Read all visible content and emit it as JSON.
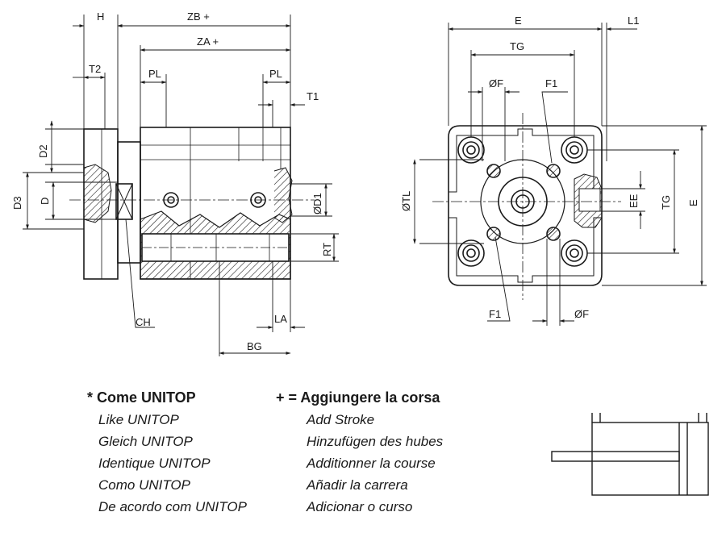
{
  "dimensions": {
    "side_view": {
      "H": "H",
      "ZB": "ZB +",
      "ZA": "ZA +",
      "T2": "T2",
      "PL_left": "PL",
      "PL_right": "PL",
      "T1": "T1",
      "D2": "D2",
      "D3": "D3",
      "D": "D",
      "D1": "ØD1",
      "RT": "RT",
      "CH": "CH",
      "LA": "LA",
      "BG": "BG"
    },
    "front_view": {
      "E_top": "E",
      "L1": "L1",
      "TG_top": "TG",
      "F_top": "ØF",
      "F1_top": "F1",
      "TL": "ØTL",
      "EE": "EE",
      "TG_side": "TG",
      "E_side": "E",
      "F1_bottom": "F1",
      "F_bottom": "ØF"
    }
  },
  "legend": {
    "left": {
      "heading": "* Come UNITOP",
      "lines": [
        "Like UNITOP",
        "Gleich UNITOP",
        "Identique UNITOP",
        "Como UNITOP",
        "De acordo com UNITOP"
      ]
    },
    "right": {
      "heading": "+ = Aggiungere la corsa",
      "lines": [
        "Add Stroke",
        "Hinzufügen des hubes",
        "Additionner la course",
        "Añadir la carrera",
        "Adicionar o curso"
      ]
    }
  }
}
